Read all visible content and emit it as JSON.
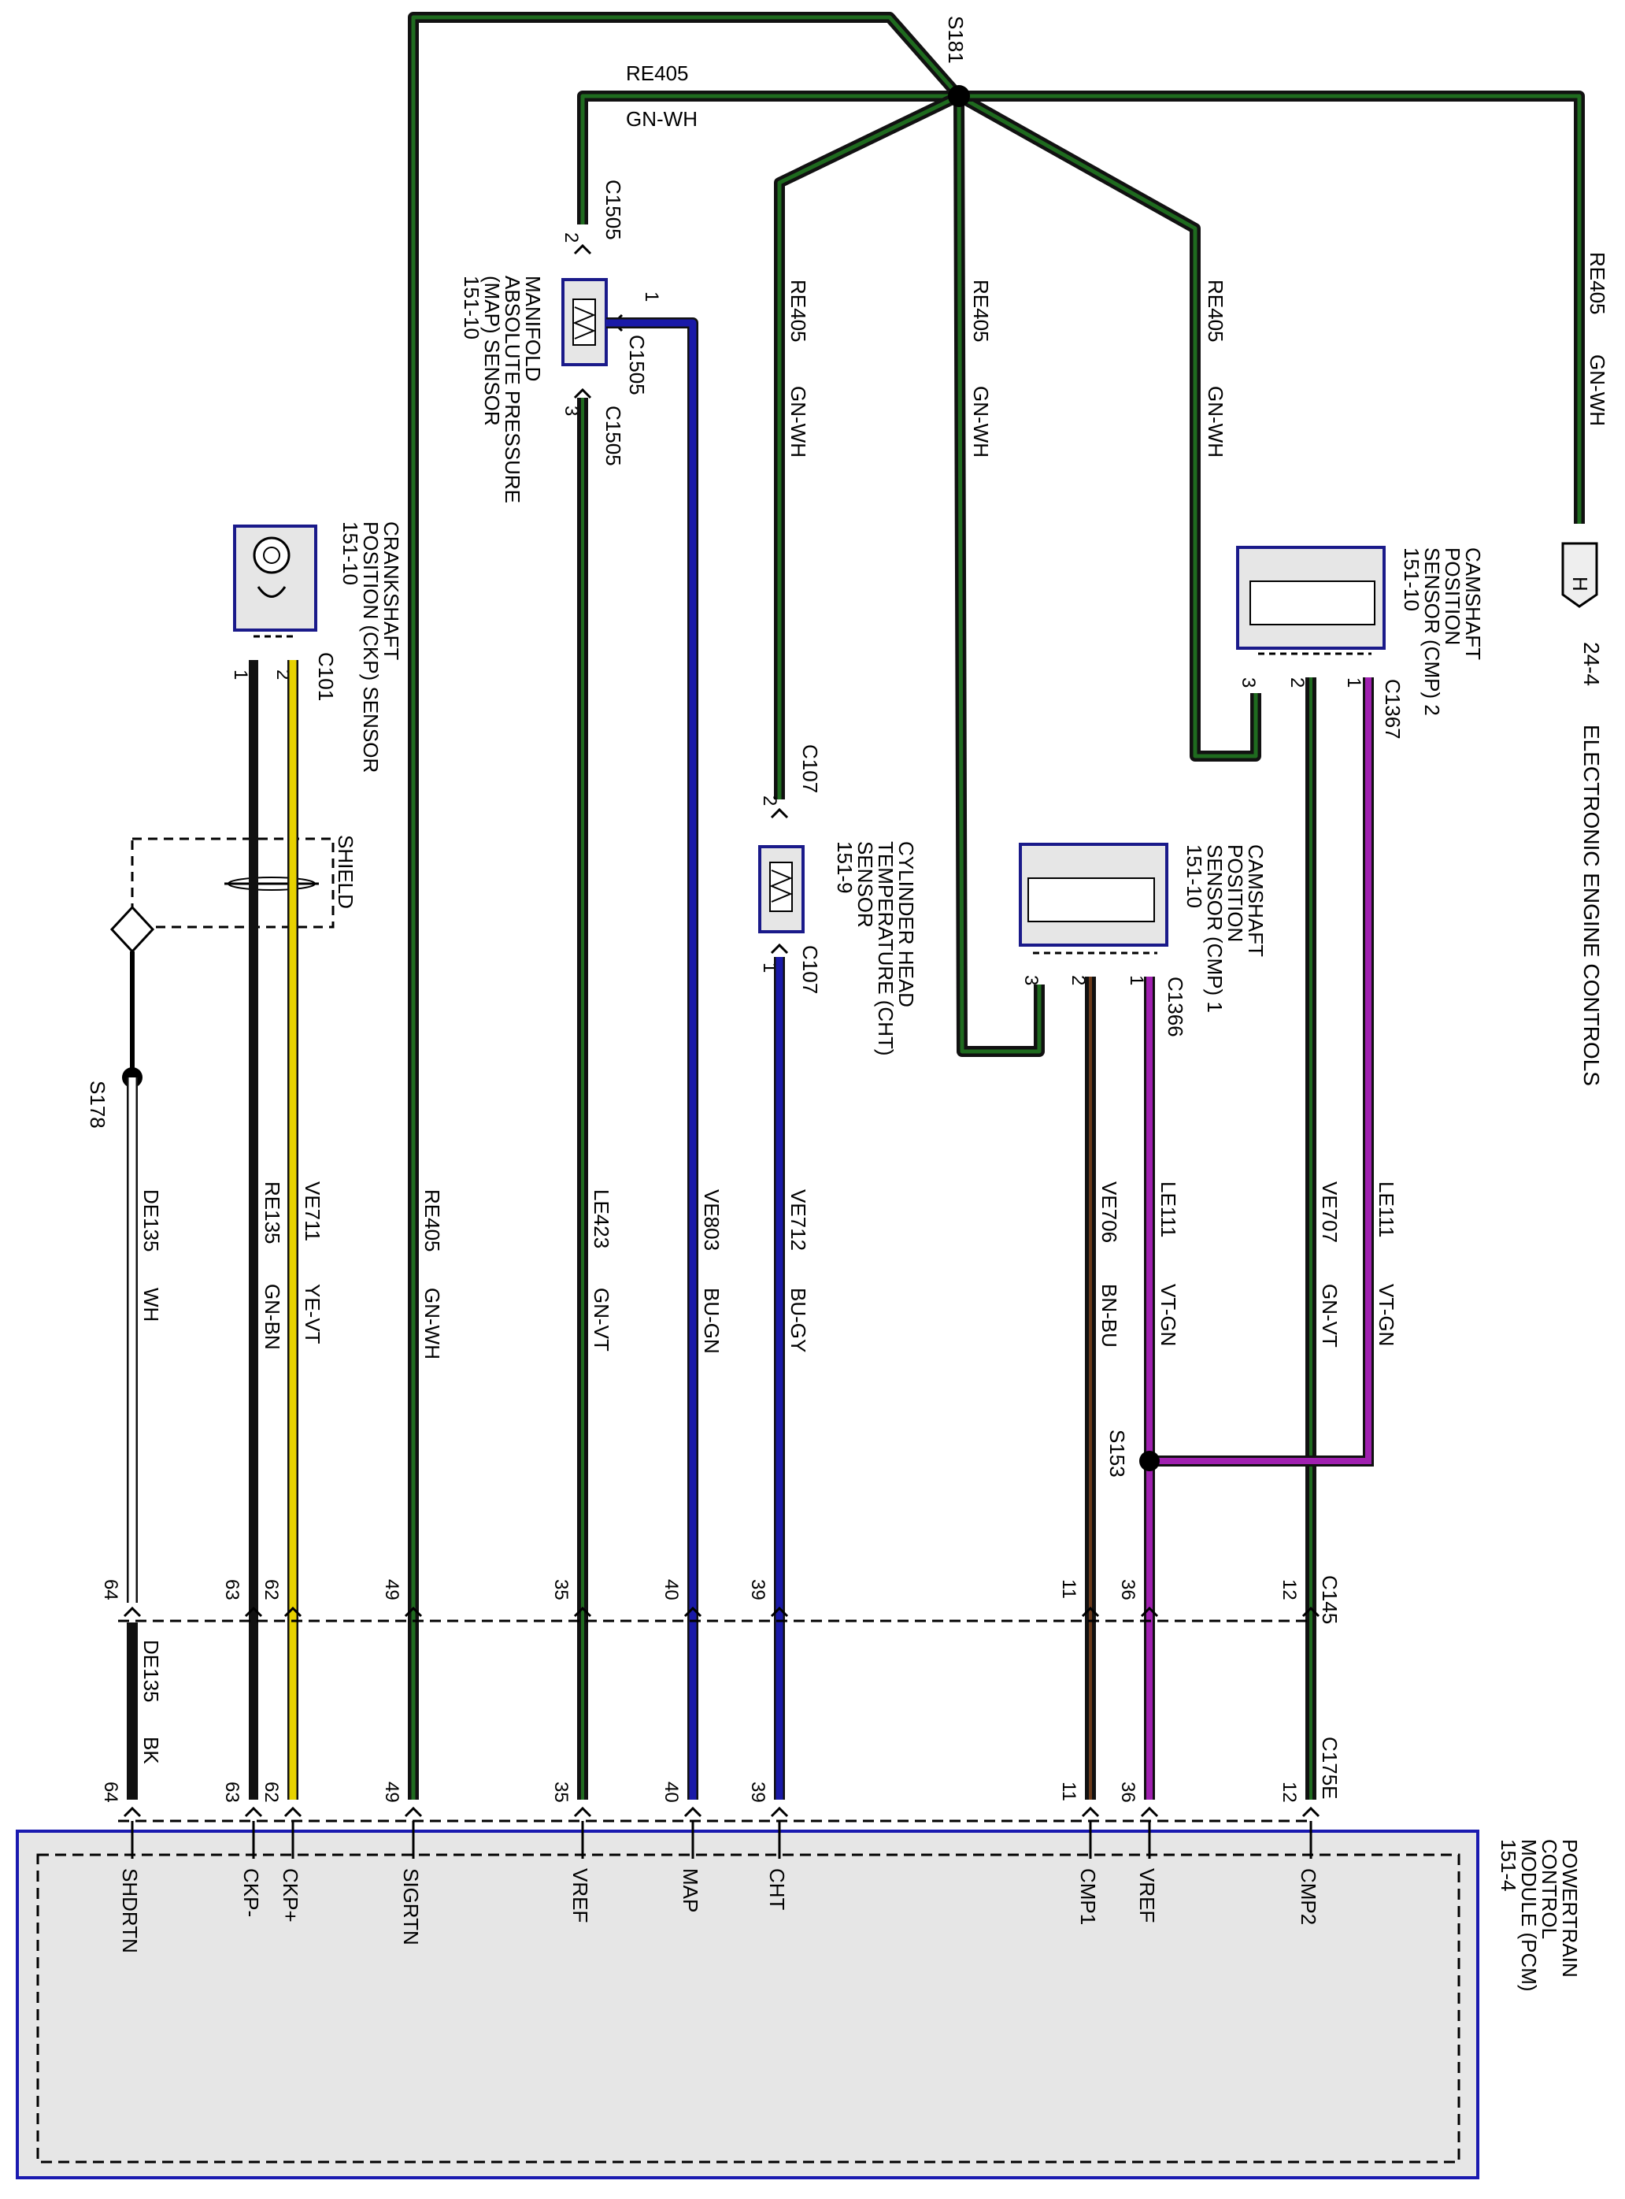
{
  "title": "ELECTRONIC ENGINE CONTROLS",
  "page_ref": "24-4",
  "offpage_connector": "H",
  "splices": {
    "s181": "S181",
    "s178": "S178",
    "s153": "S153"
  },
  "top_circuit": {
    "id": "RE405",
    "color": "GN-WH"
  },
  "pcm": {
    "label": [
      "POWERTRAIN",
      "CONTROL",
      "MODULE (PCM)",
      "151-4"
    ],
    "inline_connector": "C145",
    "pcm_connector": "C175E"
  },
  "components": {
    "cmp2": {
      "lines": [
        "CAMSHAFT",
        "POSITION",
        "SENSOR (CMP) 2",
        "151-10"
      ],
      "connector": "C1367",
      "pins": [
        "3",
        "2",
        "1"
      ]
    },
    "cmp1": {
      "lines": [
        "CAMSHAFT",
        "POSITION",
        "SENSOR (CMP) 1",
        "151-10"
      ],
      "connector": "C1366",
      "pins": [
        "3",
        "2",
        "1"
      ]
    },
    "cht": {
      "lines": [
        "CYLINDER HEAD",
        "TEMPERATURE (CHT)",
        "SENSOR",
        "151-9"
      ],
      "connector_top": "C107",
      "connector_bottom": "C107",
      "pin_top": "2",
      "pin_bottom": "1"
    },
    "map": {
      "lines": [
        "MANIFOLD",
        "ABSOLUTE PRESSURE",
        "(MAP) SENSOR",
        "151-10"
      ],
      "connector_a": "C1505",
      "connector_b": "C1505",
      "connector_c": "C1505",
      "pin_a": "2",
      "pin_b": "1",
      "pin_c": "3"
    },
    "ckp": {
      "lines": [
        "CRANKSHAFT",
        "POSITION (CKP) SENSOR",
        "151-10"
      ],
      "connector": "C101",
      "pins": [
        "1",
        "2"
      ]
    },
    "shield": "SHIELD"
  },
  "wires": [
    {
      "name": "CMP2",
      "pin": "12",
      "circuit": "VE707",
      "color": "GN-VT"
    },
    {
      "name": "VREF",
      "pin": "36",
      "circuit": "LE111",
      "color": "VT-GN"
    },
    {
      "name": "CMP1",
      "pin": "11",
      "circuit": "VE706",
      "color": "BN-BU"
    },
    {
      "name": "CHT",
      "pin": "39",
      "circuit": "VE712",
      "color": "BU-GY"
    },
    {
      "name": "MAP",
      "pin": "40",
      "circuit": "VE803",
      "color": "BU-GN"
    },
    {
      "name": "VREF",
      "pin": "35",
      "circuit": "LE423",
      "color": "GN-VT"
    },
    {
      "name": "SIGRTN",
      "pin": "49",
      "circuit": "RE405",
      "color": "GN-WH"
    },
    {
      "name": "CKP+",
      "pin": "62",
      "circuit": "VE711",
      "color": "YE-VT"
    },
    {
      "name": "CKP-",
      "pin": "63",
      "circuit": "RE135",
      "color": "GN-BN"
    },
    {
      "name": "SHDRTN",
      "pin": "64",
      "circuit": "DE135",
      "color": "WH"
    }
  ],
  "vref_branch": {
    "circuit": "LE111",
    "color": "VT-GN"
  },
  "shdrtn_pcm_side": {
    "circuit": "DE135",
    "color": "BK"
  },
  "vertical_re405": [
    {
      "circuit": "RE405",
      "color": "GN-WH"
    },
    {
      "circuit": "RE405",
      "color": "GN-WH"
    },
    {
      "circuit": "RE405",
      "color": "GN-WH"
    },
    {
      "circuit": "RE405",
      "color": "GN-WH"
    }
  ],
  "wire_colors": {
    "black": "#111111",
    "green": "#1f6b1f",
    "violet": "#a020b0",
    "blue": "#1a1aa8",
    "yellow": "#e8d200",
    "brown": "#6b3a1a",
    "gray": "#808080",
    "white": "#ffffff",
    "pcm_border": "#1a1ab0",
    "component_border": "#1a1a8a",
    "component_fill": "#e6e6e6"
  }
}
